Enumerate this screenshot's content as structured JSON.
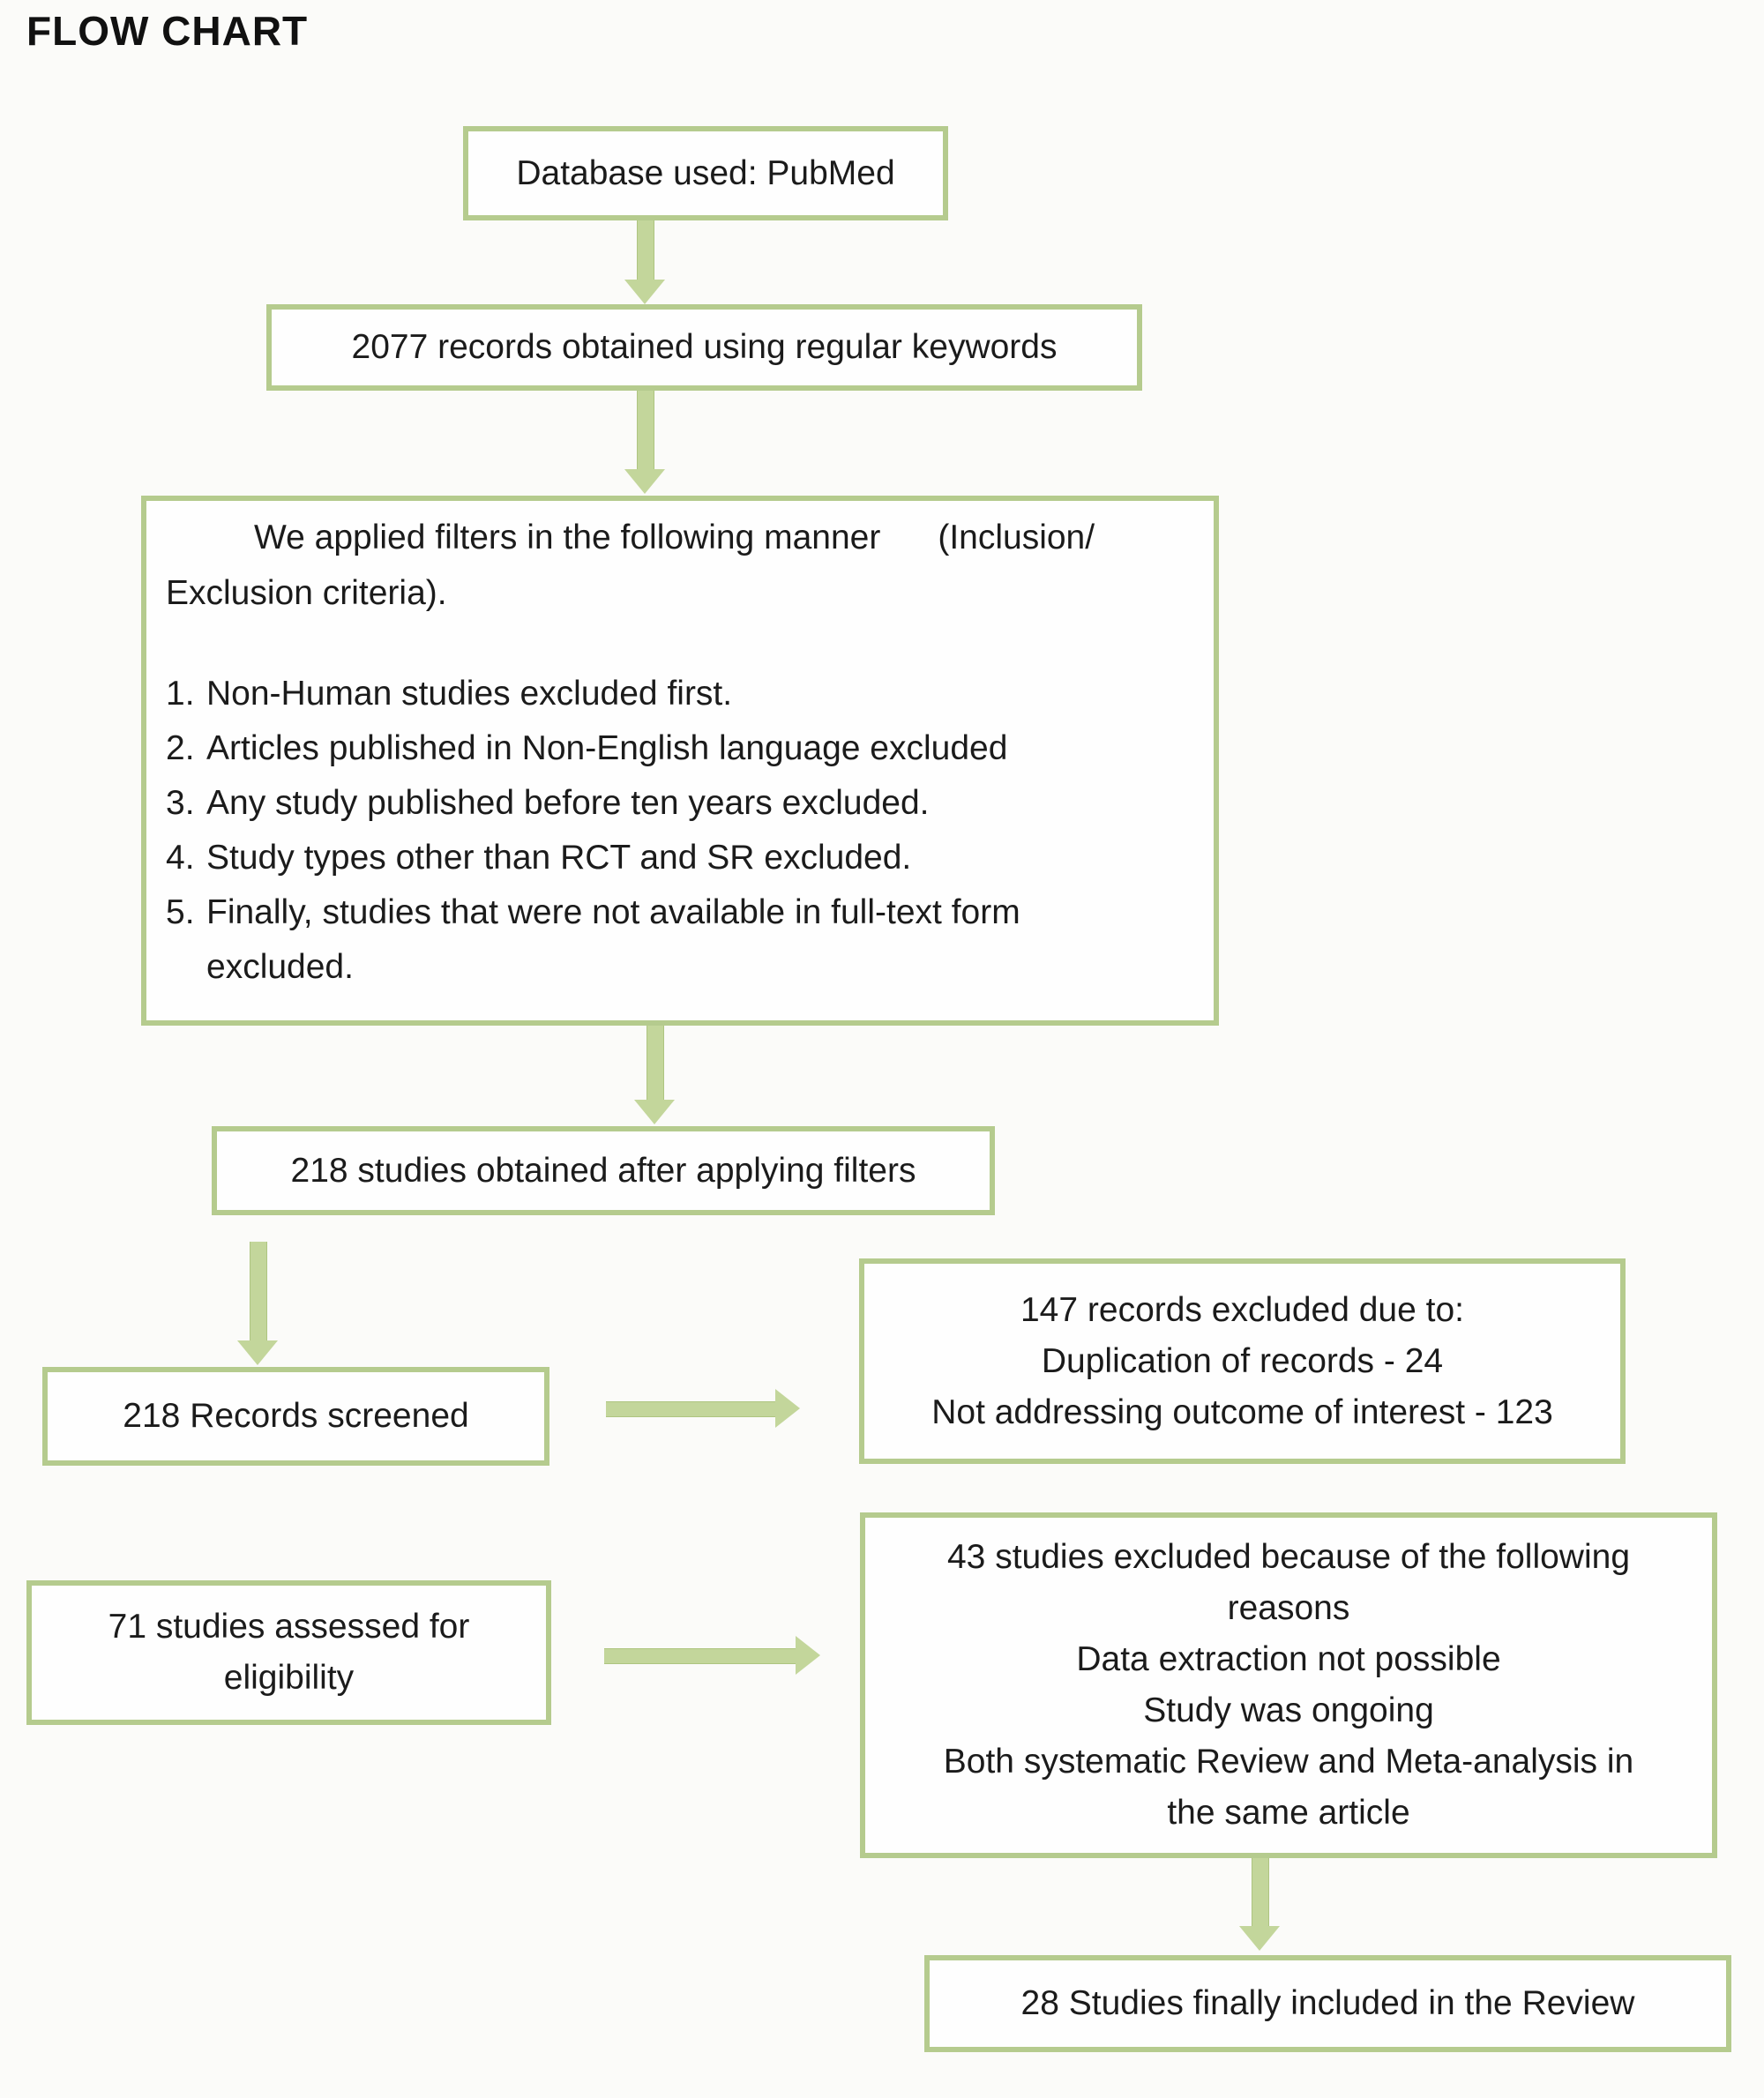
{
  "page": {
    "title": "FLOW CHART"
  },
  "colors": {
    "box_border": "#b5cb8e",
    "arrow_fill": "#c3d69b",
    "text": "#1b1b1b",
    "background": "#fbfbf9"
  },
  "flow": {
    "database": "Database used: PubMed",
    "records": "2077 records obtained using regular keywords",
    "filters_intro": "We applied filters in the following manner      (Inclusion/\nExclusion criteria).",
    "filters_items": [
      "Non-Human studies excluded first.",
      "Articles published in Non-English language excluded",
      "Any study published before ten years excluded.",
      "Study types other than RCT and SR excluded.",
      "Finally, studies that were not available in full-text form\nexcluded."
    ],
    "after_filters": "218 studies obtained after applying filters",
    "screened": "218 Records screened",
    "excluded_screening": "147 records excluded due to:\nDuplication of records - 24\nNot addressing outcome of interest - 123",
    "eligibility": "71 studies assessed for\neligibility",
    "excluded_eligibility": "43 studies excluded because of the following\nreasons\nData extraction not possible\nStudy was ongoing\nBoth systematic Review and Meta-analysis in\nthe same article",
    "included": "28 Studies finally included in the Review"
  }
}
